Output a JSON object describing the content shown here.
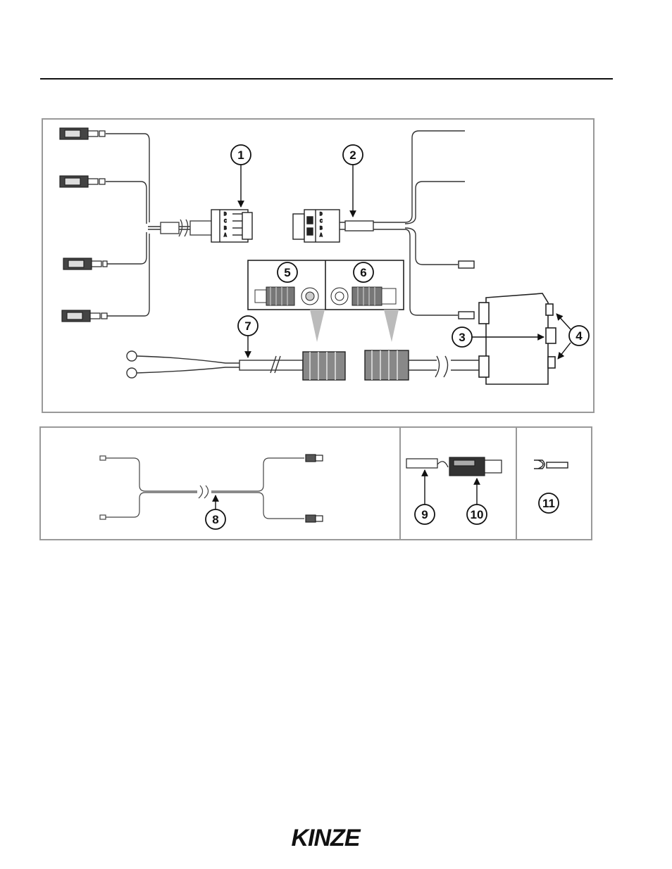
{
  "callouts": {
    "c1": "1",
    "c2": "2",
    "c3": "3",
    "c4": "4",
    "c5": "5",
    "c6": "6",
    "c7": "7",
    "c8": "8",
    "c9": "9",
    "c10": "10",
    "c11": "11"
  },
  "connector_pins": [
    "D",
    "C",
    "B",
    "A"
  ],
  "footer": {
    "logo": "KINZE"
  }
}
